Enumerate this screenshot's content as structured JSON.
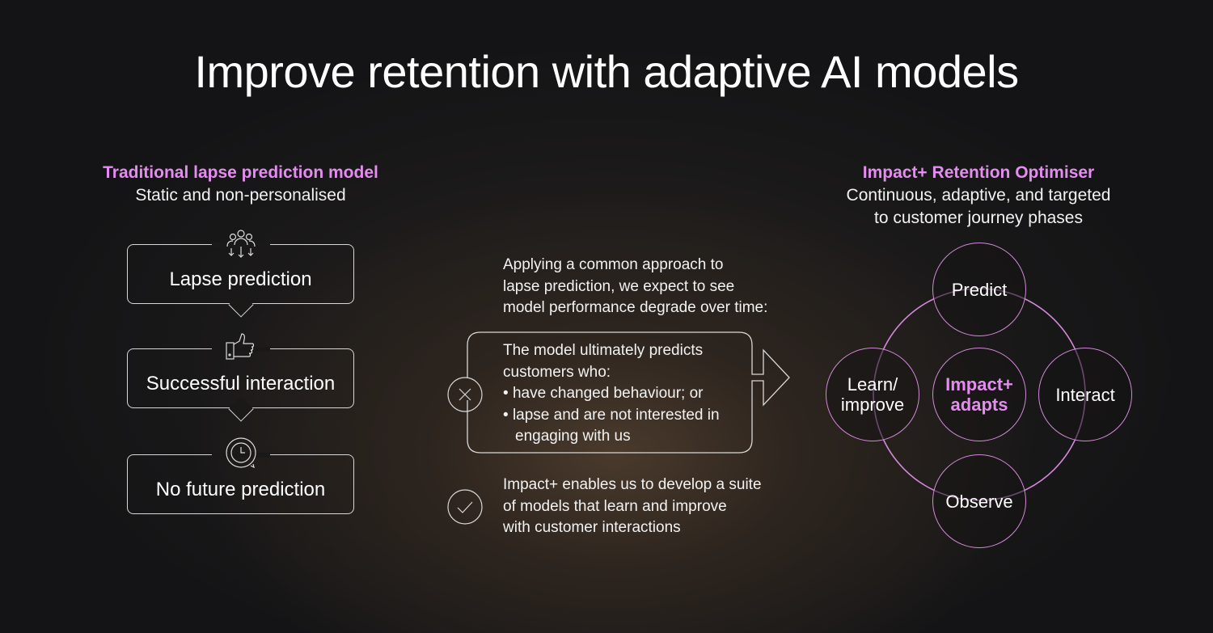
{
  "title": "Improve retention with adaptive AI models",
  "left": {
    "heading": "Traditional lapse prediction model",
    "subheading": "Static and non-personalised",
    "steps": [
      {
        "label": "Lapse prediction",
        "icon": "people-down-arrows-icon"
      },
      {
        "label": "Successful interaction",
        "icon": "thumbs-up-icon"
      },
      {
        "label": "No future prediction",
        "icon": "clock-cycle-icon"
      }
    ]
  },
  "middle": {
    "intro": [
      "Applying a common approach to",
      "lapse prediction, we expect to see",
      "model performance degrade over time:"
    ],
    "problem": {
      "lines": [
        "The model ultimately predicts",
        "customers who:"
      ],
      "bullets": [
        "have changed behaviour; or",
        "lapse and are not interested in"
      ],
      "cont": "engaging with us",
      "icon": "x-circle-icon"
    },
    "solution": {
      "lines": [
        "Impact+ enables us to develop a suite",
        "of models that learn and improve",
        "with customer interactions"
      ],
      "icon": "check-circle-icon"
    }
  },
  "right": {
    "heading": "Impact+ Retention Optimiser",
    "subheading": [
      "Continuous, adaptive, and targeted",
      "to customer journey phases"
    ],
    "center": [
      "Impact+",
      "adapts"
    ],
    "predict": "Predict",
    "interact": "Interact",
    "observe": "Observe",
    "learn": [
      "Learn/",
      "improve"
    ]
  },
  "colors": {
    "accent": "#e58cf0"
  }
}
